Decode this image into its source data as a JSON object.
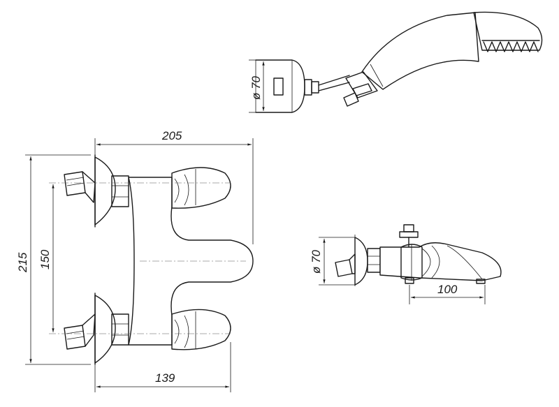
{
  "dimensions": {
    "overall_width": "205",
    "overall_height": "215",
    "center_distance": "150",
    "base_depth": "139",
    "flange_diameter_shower": "ø 70",
    "flange_diameter_side": "ø 70",
    "spout_reach": "100"
  }
}
